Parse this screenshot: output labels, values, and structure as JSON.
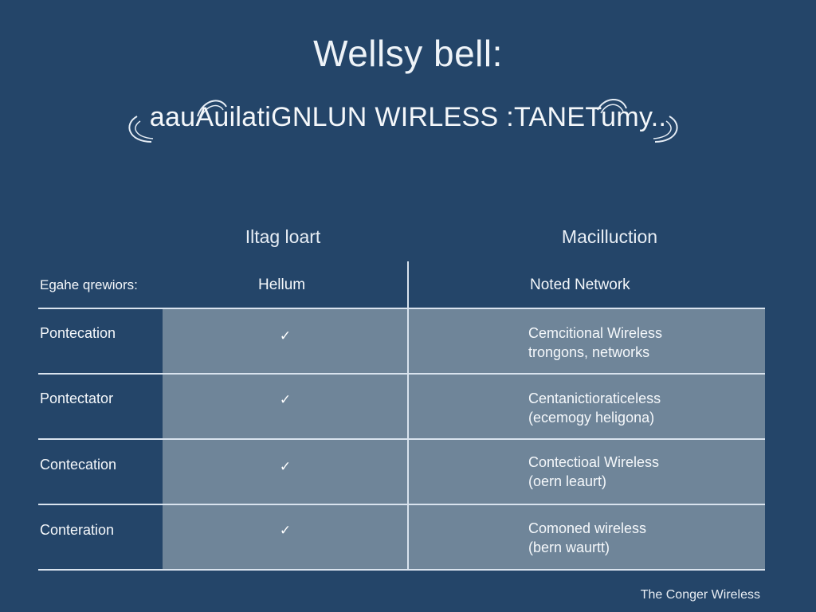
{
  "header": {
    "title": "Wellsy bell:",
    "subtitle": "aauAuilatiGNLUN WIRLESS :TANETumy.."
  },
  "columns": {
    "left_heading": "Iltag loart",
    "right_heading": "Macilluction"
  },
  "table": {
    "header_row": {
      "label": "Egahe qrewiors:",
      "col1": "Hellum",
      "col2": "Noted Network"
    },
    "rows": [
      {
        "label": "Pontecation",
        "mark": "✓",
        "line1": "Cemcitional Wireless",
        "line2": "trongons, networks"
      },
      {
        "label": "Pontectator",
        "mark": "✓",
        "line1": "Centanictioraticeless",
        "line2": "(ecemogy heligona)"
      },
      {
        "label": "Contecation",
        "mark": "✓",
        "line1": "Contectioal Wireless",
        "line2": "(oern leaurt)"
      },
      {
        "label": "Conteration",
        "mark": "✓",
        "line1": "Comoned wireless",
        "line2": "(bern waurtt)"
      }
    ]
  },
  "footer": {
    "credit": "The Conger Wireless"
  },
  "colors": {
    "background": "#244569",
    "cell_shade": "#6f8599",
    "rule": "#d9e3ee"
  }
}
